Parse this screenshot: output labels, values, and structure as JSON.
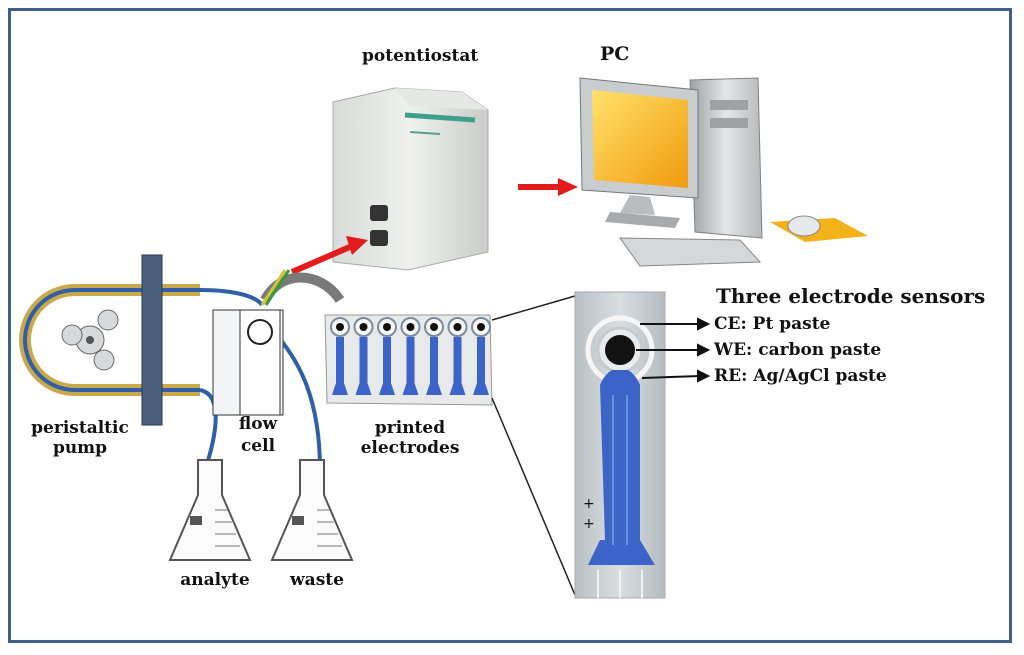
{
  "labels": {
    "potentiostat": "potentiostat",
    "pc": "PC",
    "peristaltic": "peristaltic",
    "pump": "pump",
    "flow": "flow",
    "cell": "cell",
    "printed": "printed",
    "electrodes": "electrodes",
    "analyte": "analyte",
    "waste": "waste",
    "sensors_title": "Three electrode sensors",
    "ce": "CE: Pt paste",
    "we": "WE: carbon paste",
    "re": "RE: Ag/AgCl paste"
  },
  "colors": {
    "frame": "#3f5f8a",
    "tube": "#2f5fa8",
    "arrow_red": "#e21b1b",
    "electrode_blue": "#3b63c8",
    "screen": "#f6b51a"
  }
}
